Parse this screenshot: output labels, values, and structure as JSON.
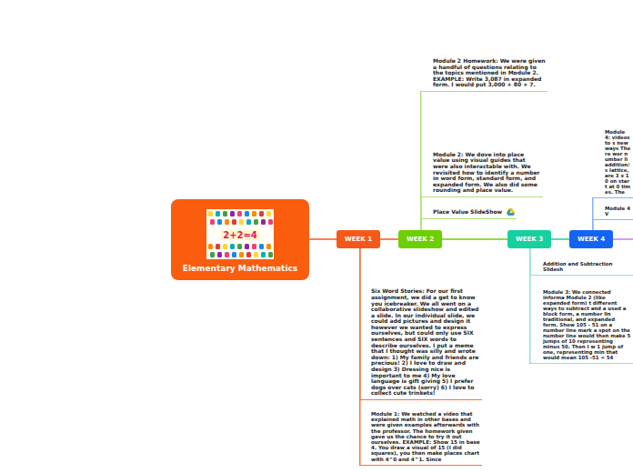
{
  "diagram": {
    "nodes": [
      {
        "text": [
          "Elementary Mathematics"
        ]
      },
      {
        "text": [
          "WEEK 1"
        ]
      },
      {
        "text": [
          "WEEK 2"
        ]
      },
      {
        "text": [
          "WEEK 3"
        ]
      },
      {
        "text": [
          "WEEK 4"
        ]
      },
      {
        "text": [
          "Module 2 Homework: We were given a handful of questions relating to the topics mentioned in Module 2. EXAMPLE: Write 3,087 in expanded form. I would put 3,000 + 80 + 7."
        ]
      },
      {
        "text": [
          "Module 2: We dove into place value using visual guides that were also interactable with. We revisited how to identify a number in word form, standard form, and expanded form. We also did some rounding and place value."
        ]
      },
      {
        "text": [
          "Place Value SlideShow"
        ]
      },
      {
        "text": [
          "Six Word Stories: For our first assignment, we did a get to know you icebreaker. We all went on a collaborative slideshow and edited a slide. In our individual slide, we could add pictures and design it however we wanted to express ourselves, but could only use SIX sentences and SIX words to describe ourselves. I put a meme that I thought was silly and wrote down: 1) My family and friends are precious! 2) I love to draw and design 3) Dressing nice is important to me 4) My love language is gift giving 5) I prefer dogs over cats (sorry) 6) I love to collect cute trinkets!"
        ]
      },
      {
        "text": [
          "Module 1: We watched a video that explained math in other bases and were given examples afterwards with the professor. The homework given gave us the chance to try it out ourselves. EXAMPLE: Show 15 in base 4. You draw a visual of 15 (I did squares), you then make places chart with 4^0 and 4^1. Since"
        ]
      },
      {
        "text": [
          "Module 4: videos to s new ways There wer number li addition/s lattice, are 3 x 10 on start at 0 times. The"
        ]
      },
      {
        "text": [
          "Module 4 V"
        ]
      },
      {
        "text": [
          "Addition and Subtraction Slidesh"
        ]
      },
      {
        "text": [
          "Module 3: We connected informa Module 2 (like expanded form) t different ways to subtract and a used a block form, a number lin traditional, and expanded form. Show 105 - 51 on a number line mark a spot on the number line would then make 5 jumps of 10 representing minus 50. Then I w 1 jump of one, representing min that would mean 105 -51 = 54"
        ]
      }
    ],
    "edges": [
      {
        "from": 0,
        "to": 1,
        "arrow": "none"
      },
      {
        "from": 1,
        "to": 2,
        "arrow": "none"
      },
      {
        "from": 2,
        "to": 3,
        "arrow": "none"
      },
      {
        "from": 3,
        "to": 4,
        "arrow": "none"
      },
      {
        "from": 2,
        "to": 5,
        "arrow": "none"
      },
      {
        "from": 2,
        "to": 6,
        "arrow": "none"
      },
      {
        "from": 2,
        "to": 7,
        "arrow": "none"
      },
      {
        "from": 1,
        "to": 8,
        "arrow": "none"
      },
      {
        "from": 1,
        "to": 9,
        "arrow": "none"
      },
      {
        "from": 4,
        "to": 10,
        "arrow": "none"
      },
      {
        "from": 4,
        "to": 11,
        "arrow": "none"
      },
      {
        "from": 3,
        "to": 12,
        "arrow": "none"
      },
      {
        "from": 3,
        "to": 13,
        "arrow": "none"
      }
    ],
    "labels": [
      "2+2=4"
    ]
  }
}
